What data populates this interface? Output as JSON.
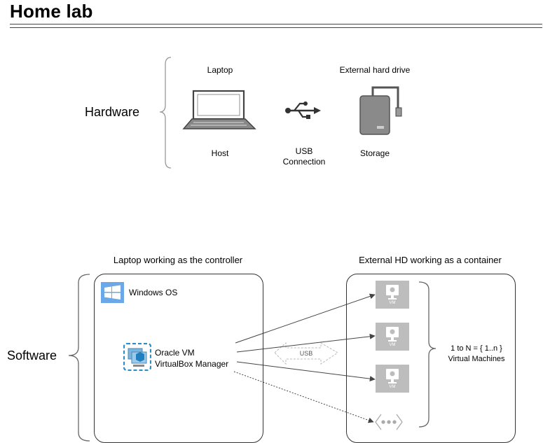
{
  "title": "Home lab",
  "hardware": {
    "section_label": "Hardware",
    "laptop_caption": "Laptop",
    "laptop_role": "Host",
    "usb_role_line1": "USB",
    "usb_role_line2": "Connection",
    "drive_caption": "External hard drive",
    "drive_role": "Storage"
  },
  "software": {
    "section_label": "Software",
    "left_box_title": "Laptop working as the controller",
    "right_box_title": "External HD working as a container",
    "windows_label": "Windows OS",
    "virtualbox_line1": "Oracle VM",
    "virtualbox_line2": "VirtualBox Manager",
    "usb_arrow_label": "USB",
    "vm_badge": "VM",
    "vm_count_line1": "1 to N = { 1..n }",
    "vm_count_line2": "Virtual Machines"
  },
  "colors": {
    "line": "#444444",
    "icon_gray": "#9a9a9a",
    "windows_blue": "#6aa8e8",
    "virtualbox_blue": "#1f7fbf",
    "vm_gray": "#bdbdbd"
  }
}
